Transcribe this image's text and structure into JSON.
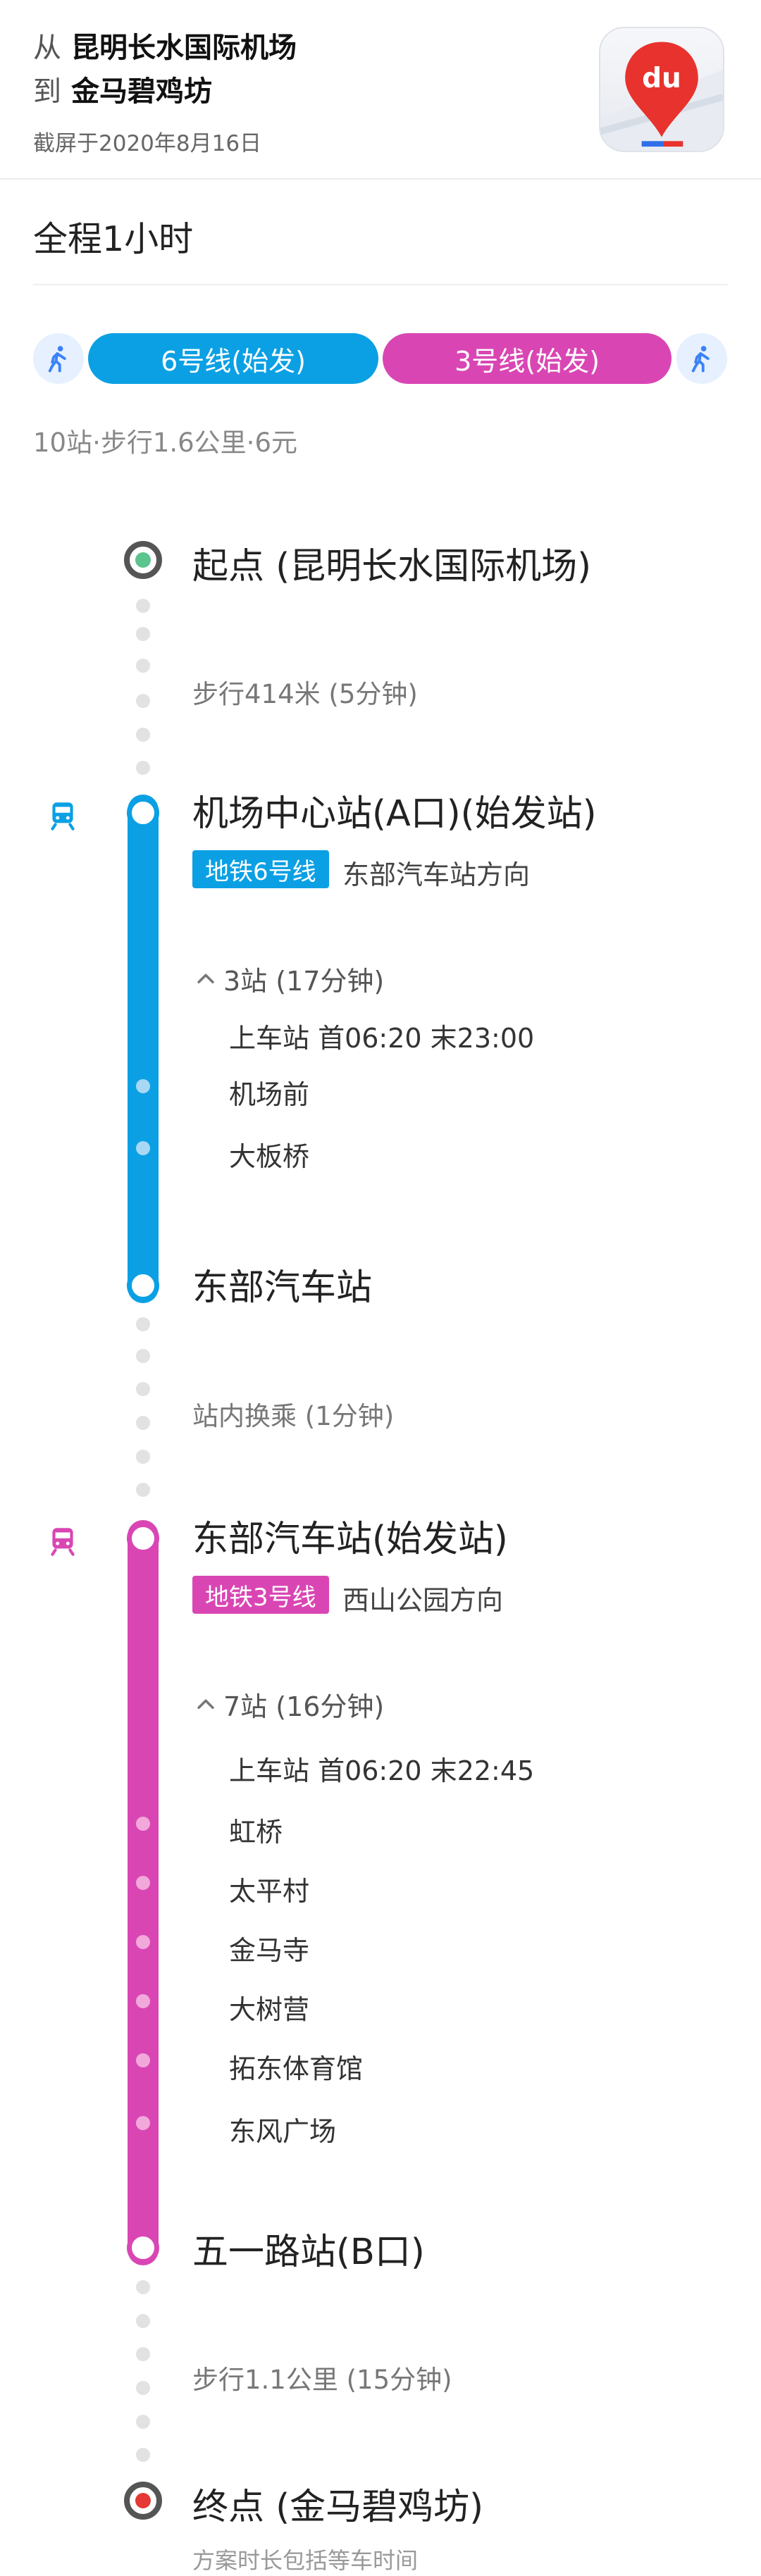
{
  "header": {
    "from_prefix": "从",
    "from_value": "昆明长水国际机场",
    "to_prefix": "到",
    "to_value": "金马碧鸡坊",
    "date": "截屏于2020年8月16日",
    "app_logo_text": "du"
  },
  "total": "全程1小时",
  "chips": {
    "line6": "6号线(始发)",
    "line3": "3号线(始发)"
  },
  "summary": "10站·步行1.6公里·6元",
  "colors": {
    "line6": "#0ba0e4",
    "line3": "#d946b4",
    "walk": "#3b82f6"
  },
  "route": {
    "start": "起点 (昆明长水国际机场)",
    "walk1": "步行414米 (5分钟)",
    "seg1": {
      "station": "机场中心站(A口)(始发站)",
      "badge": "地铁6号线",
      "direction": "东部汽车站方向",
      "count": "3站 (17分钟)",
      "schedule": "上车站 首06:20 末23:00",
      "stops": [
        "机场前",
        "大板桥"
      ],
      "end": "东部汽车站"
    },
    "transfer": "站内换乘 (1分钟)",
    "seg2": {
      "station": "东部汽车站(始发站)",
      "badge": "地铁3号线",
      "direction": "西山公园方向",
      "count": "7站 (16分钟)",
      "schedule": "上车站 首06:20 末22:45",
      "stops": [
        "虹桥",
        "太平村",
        "金马寺",
        "大树营",
        "拓东体育馆",
        "东风广场"
      ],
      "end": "五一路站(B口)"
    },
    "walk2": "步行1.1公里 (15分钟)",
    "end": "终点 (金马碧鸡坊)",
    "note": "方案时长包括等车时间"
  }
}
